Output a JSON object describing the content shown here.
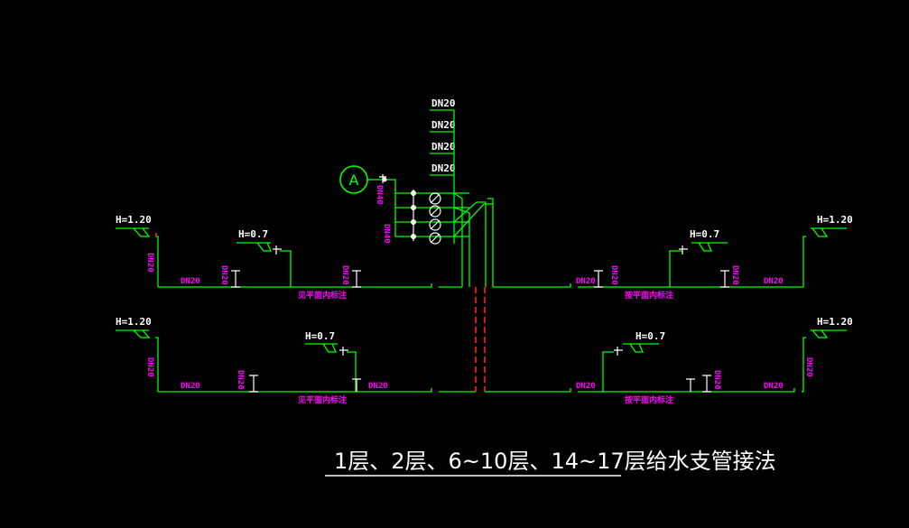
{
  "title": "1层、2层、6~10层、14~17层给水支管接法",
  "riser_labels": [
    "DN20",
    "DN20",
    "DN20",
    "DN20"
  ],
  "node_label": "A",
  "valve_labels": [
    "DN40",
    "DN40"
  ],
  "upper_floor": {
    "left_height": "H=1.20",
    "left_mid_height": "H=0.7",
    "right_height": "H=1.20",
    "right_mid_height": "H=0.7",
    "left_pipe_labels": [
      "DN20",
      "DN20",
      "DN20",
      "DN20"
    ],
    "right_pipe_labels": [
      "DN20",
      "DN20",
      "DN20",
      "DN20"
    ],
    "left_caption": "见平面内标注",
    "right_caption": "按平面内标注"
  },
  "lower_floor": {
    "left_height": "H=1.20",
    "left_mid_height": "H=0.7",
    "right_height": "H=1.20",
    "right_mid_height": "H=0.7",
    "left_pipe_labels": [
      "DN20",
      "DN20",
      "DN20",
      "DN20"
    ],
    "right_pipe_labels": [
      "DN20",
      "DN20",
      "DN20",
      "DN20"
    ],
    "left_caption": "见平面内标注",
    "right_caption": "按平面内标注"
  }
}
